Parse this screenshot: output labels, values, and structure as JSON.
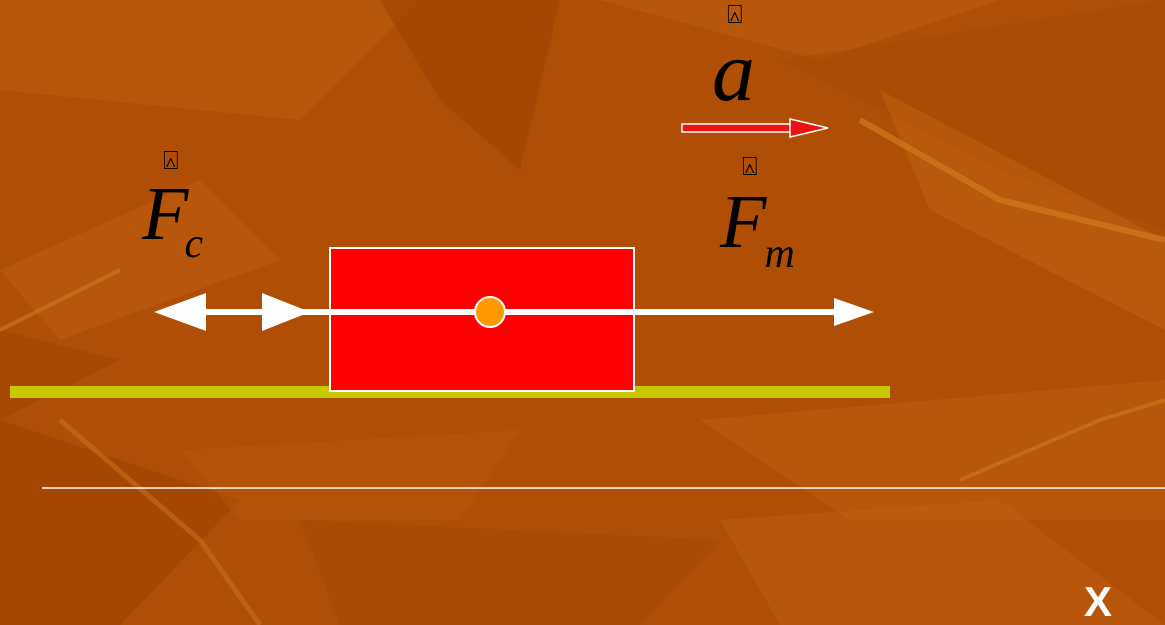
{
  "diagram": {
    "acceleration_symbol": "a",
    "vector_mark": "⍓",
    "resistance_force": {
      "symbol": "F",
      "subscript": "c"
    },
    "traction_force": {
      "symbol": "F",
      "subscript": "m"
    },
    "axis_label": "X"
  },
  "colors": {
    "background": "#b04e06",
    "background_dark": "#9a3d00",
    "background_light": "#c2600e",
    "block": "#ff0000",
    "block_border": "#ffffff",
    "center_of_mass": "#ff9900",
    "ground": "#c8c800",
    "force_arrows": "#ffffff",
    "acceleration_arrow": "#ee1111",
    "axis_line": "#ffffff",
    "symbol_text": "#000000"
  }
}
